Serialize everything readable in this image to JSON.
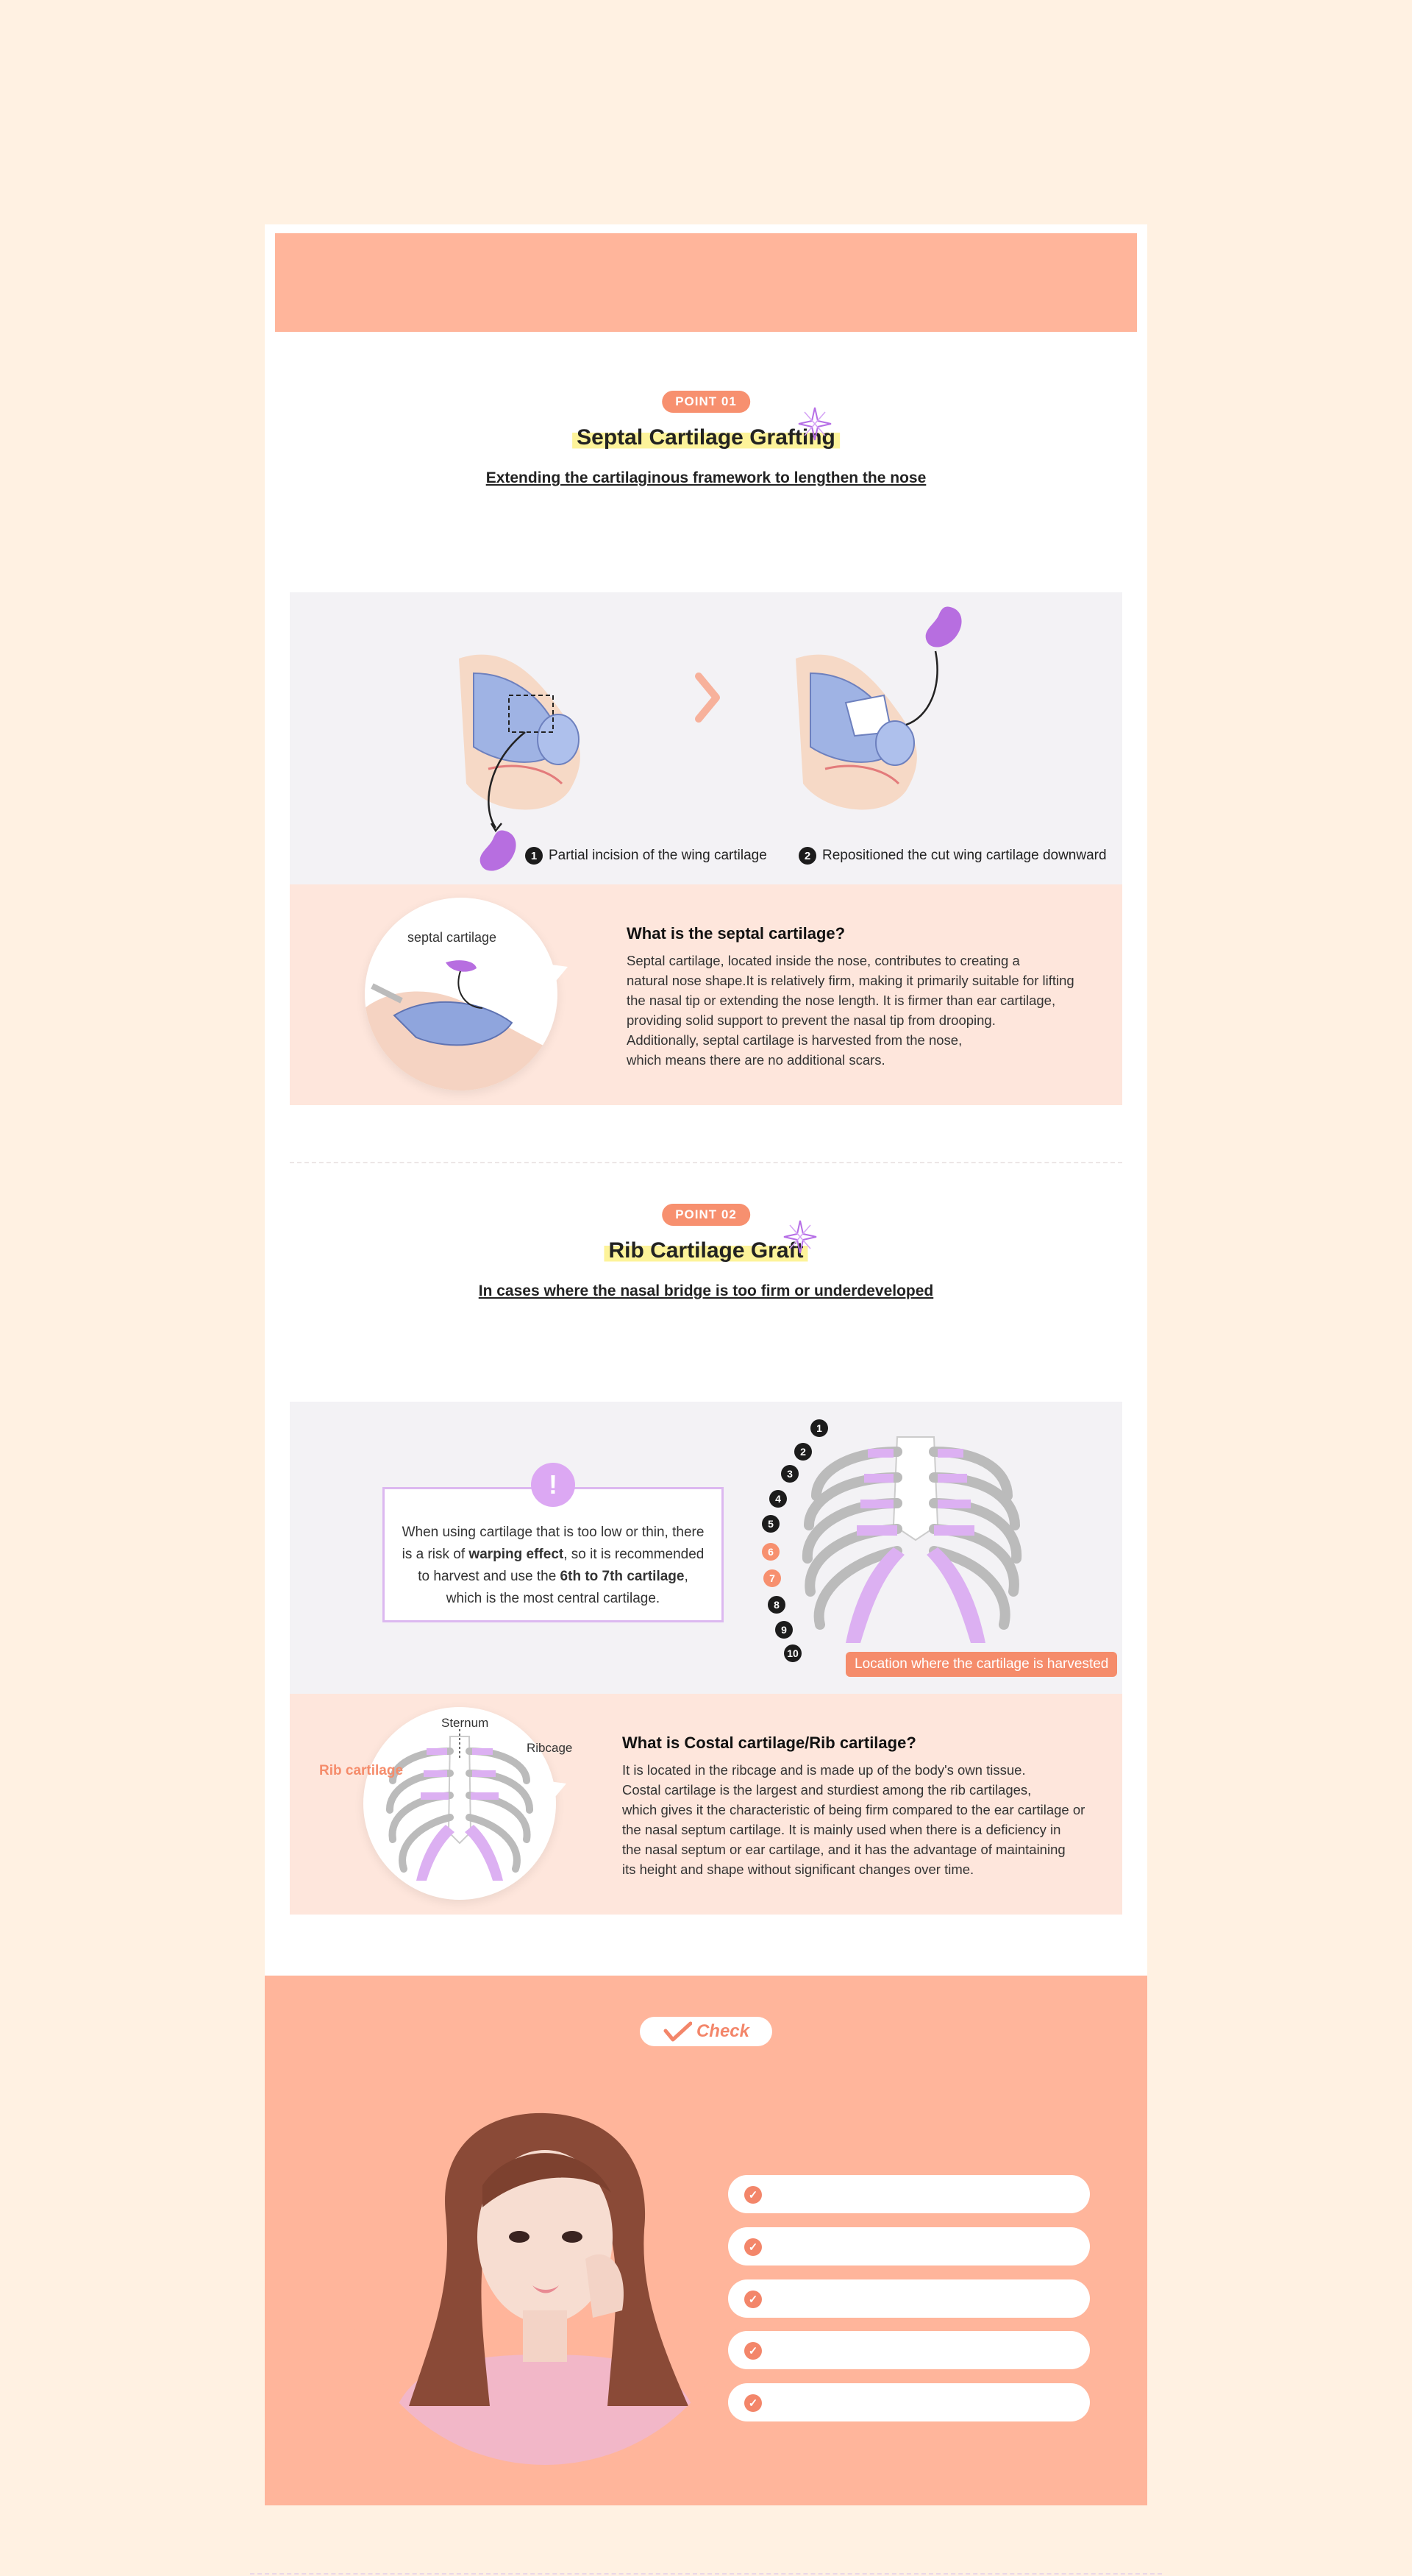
{
  "point1": {
    "badge": "POINT 01",
    "title": "Septal Cartilage Grafting",
    "subtitle": "Extending the cartilaginous framework to lengthen the nose",
    "step1_num": "1",
    "step1": "Partial incision of the wing cartilage",
    "step2_num": "2",
    "step2": "Repositioned the cut wing cartilage downward",
    "illus_label": "septal cartilage",
    "info_title": "What is the septal cartilage?",
    "info_body": "Septal cartilage, located inside the nose, contributes to creating a\nnatural nose shape.It is relatively firm, making it primarily suitable for lifting\nthe nasal tip or extending the nose length. It is firmer than ear cartilage,\nproviding solid support to prevent the nasal tip from drooping.\nAdditionally, septal cartilage is harvested from the nose,\nwhich means there are no additional scars."
  },
  "point2": {
    "badge": "POINT 02",
    "title": "Rib Cartilage Graft",
    "subtitle": "In cases where the nasal bridge is too firm or underdeveloped",
    "warning_icon": "!",
    "warning_1": "When using cartilage that is too low or thin, there is a risk of ",
    "warning_bold1": "warping effect",
    "warning_2": ", so it is recommended to harvest and use the ",
    "warning_bold2": "6th to 7th cartilage",
    "warning_3": ",\nwhich is the most central cartilage.",
    "rib_numbers": [
      "1",
      "2",
      "3",
      "4",
      "5",
      "6",
      "7",
      "8",
      "9",
      "10"
    ],
    "harvest_label": "Location where the cartilage is harvested",
    "sternum_label": "Sternum",
    "ribcage_label": "Ribcage",
    "rib_cartilage_label": "Rib cartilage",
    "info_title": "What is Costal cartilage/Rib cartilage?",
    "info_body": "It is located in the ribcage and is made up of the body's own tissue.\nCostal cartilage is the largest and sturdiest among the rib cartilages,\nwhich gives it the characteristic of being firm compared to the ear cartilage or\nthe nasal septum cartilage. It is mainly used when there is a deficiency in\nthe nasal septum or ear cartilage, and it has the advantage of maintaining\nits height and shape without significant changes over time."
  },
  "check": {
    "label": "Check",
    "items": [
      "",
      "",
      "",
      "",
      ""
    ]
  },
  "colors": {
    "accent": "#f7906f",
    "band": "#ffb59b",
    "page_bg": "#fff1e2",
    "highlight": "#fdf39a",
    "purple": "#dca8f3"
  }
}
